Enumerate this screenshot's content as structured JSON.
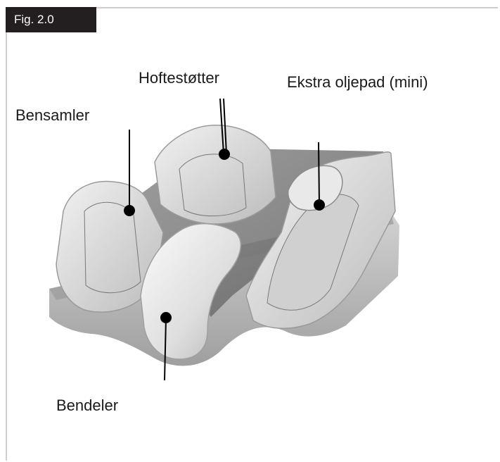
{
  "figure": {
    "tag": "Fig. 2.0"
  },
  "labels": {
    "hip_support": "Hoftestøtter",
    "extra_oil_pad": "Ekstra oljepad (mini)",
    "leg_collector": "Bensamler",
    "leg_divider": "Bendeler"
  },
  "colors": {
    "tag_background": "#231f20",
    "frame_border": "#cfcfcf",
    "cushion_light": "#e6e6e6",
    "cushion_mid": "#bdbdbd",
    "cushion_dark": "#6f6f6f",
    "callout": "#000000"
  }
}
